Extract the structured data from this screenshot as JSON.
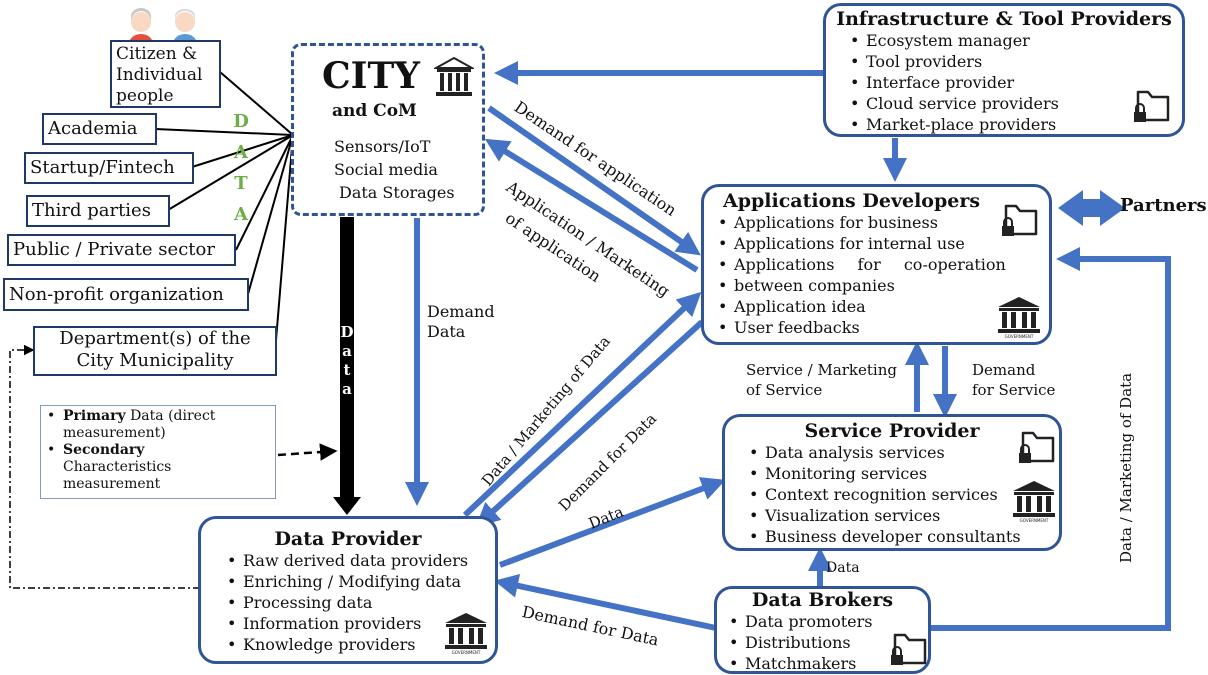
{
  "city": {
    "title": "CITY",
    "subtitle": "and CoM",
    "items": [
      "Sensors/IoT",
      "Social media",
      "Data Storages"
    ]
  },
  "sources": [
    "Citizen & Individual people",
    "Academia",
    "Startup/Fintech",
    "Third parties",
    "Public / Private sector",
    "Non-profit organization",
    "Department(s) of the City Municipality"
  ],
  "data_letters": [
    "D",
    "A",
    "T",
    "A"
  ],
  "data_vertical": [
    "D",
    "a",
    "t",
    "a"
  ],
  "note": {
    "primary_bold": "Primary",
    "primary_rest": "Data (direct measurement)",
    "secondary_bold": "Secondary",
    "secondary_rest": "Characteristics measurement"
  },
  "infra": {
    "title": "Infrastructure & Tool Providers",
    "items": [
      "Ecosystem manager",
      "Tool providers",
      "Interface provider",
      "Cloud service providers",
      "Market-place providers"
    ]
  },
  "appdev": {
    "title": "Applications Developers",
    "items": [
      "Applications for business",
      "Applications for internal use",
      "Applications for co-operation",
      "between companies",
      "Application idea",
      "User feedbacks"
    ]
  },
  "partners": "Partners",
  "service": {
    "title": "Service Provider",
    "items": [
      "Data analysis services",
      "Monitoring services",
      "Context recognition services",
      "Visualization services",
      "Business developer consultants"
    ]
  },
  "provider": {
    "title": "Data Provider",
    "items": [
      "Raw derived data providers",
      "Enriching / Modifying data",
      "Processing data",
      "Information providers",
      "Knowledge providers"
    ]
  },
  "brokers": {
    "title": "Data Brokers",
    "items": [
      "Data promoters",
      "Distributions",
      "Matchmakers"
    ]
  },
  "arrows": {
    "demand_app": "Demand for application",
    "app_marketing_1": "Application / Marketing",
    "app_marketing_2": "of application",
    "demand_data_1": "Demand",
    "demand_data_2": "Data",
    "data_marketing": "Data / Marketing of Data",
    "demand_for_data": "Demand for Data",
    "service_marketing_1": "Service / Marketing",
    "service_marketing_2": "of Service",
    "demand_service_1": "Demand",
    "demand_service_2": "for Service",
    "data": "Data",
    "data_small": "Data",
    "demand_for_data_2": "Demand for Data",
    "data_marketing_right": "Data / Marketing of Data"
  },
  "government": "GOVERNMENT",
  "colors": {
    "arrow": "#4472c4",
    "border": "#2f5597",
    "data_letters": "#70ad47"
  }
}
